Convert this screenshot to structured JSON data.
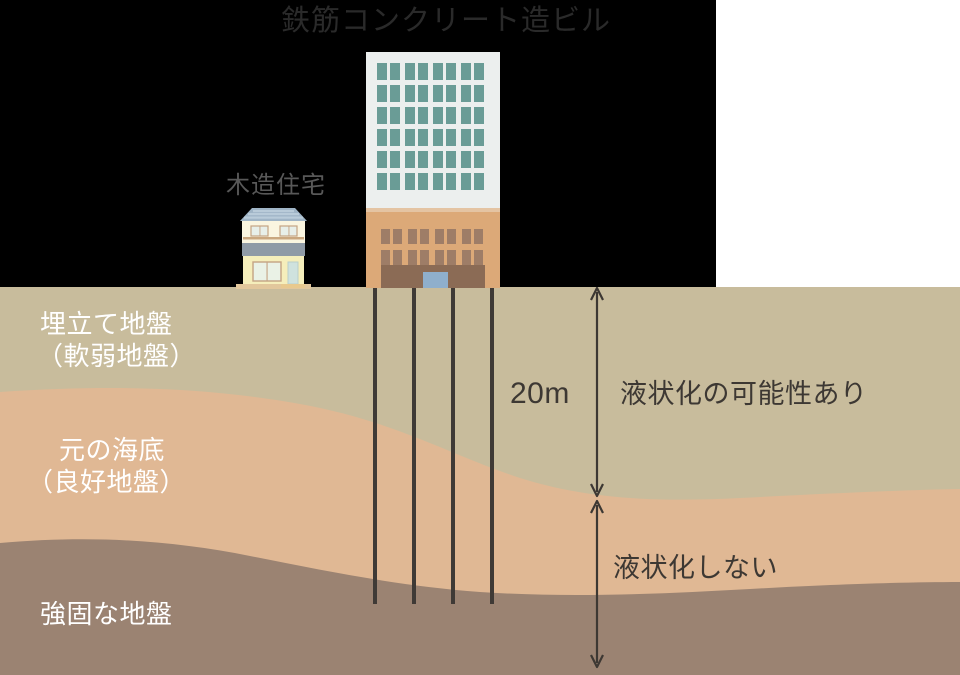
{
  "figure": {
    "title_building": "鉄筋コンクリート造ビル",
    "title_house": "木造住宅"
  },
  "ground_layers": [
    {
      "id": "reclaimed",
      "line1": "埋立て地盤",
      "line2": "（軟弱地盤）",
      "color": "#c8bc9c"
    },
    {
      "id": "seabed",
      "line1": "元の海底",
      "line2": "（良好地盤）",
      "color": "#e0b894"
    },
    {
      "id": "bedrock",
      "line1": "強固な地盤",
      "line2": "",
      "color": "#9b8372"
    }
  ],
  "annotations": {
    "depth_value": "20m",
    "upper_note": "液状化の可能性あり",
    "lower_note": "液状化しない"
  },
  "palette": {
    "sky": "#000000",
    "page": "#ffffff",
    "layer_reclaimed": "#c8bc9c",
    "layer_seabed": "#e0b894",
    "layer_bedrock": "#9b8372",
    "pile": "#3f3a36",
    "arrow": "#3d3833",
    "tower_upper": "#ecefee",
    "tower_lower": "#dca978",
    "tower_window": "#6a9c96",
    "tower_podium_window": "#9e7d67",
    "tower_entrance": "#8b6b55",
    "tower_door": "#8fafcc",
    "house_roof": "#a8bccc",
    "house_wall": "#faf5e0",
    "house_wall_lower": "#f5eebb",
    "house_band": "#8f9aa6",
    "house_door": "#cfe2de"
  },
  "building": {
    "tower_window_rows": 7,
    "tower_window_pairs_per_row": 5,
    "podium_window_rows": 2,
    "podium_window_pairs_per_row": 5,
    "pile_count": 4
  }
}
